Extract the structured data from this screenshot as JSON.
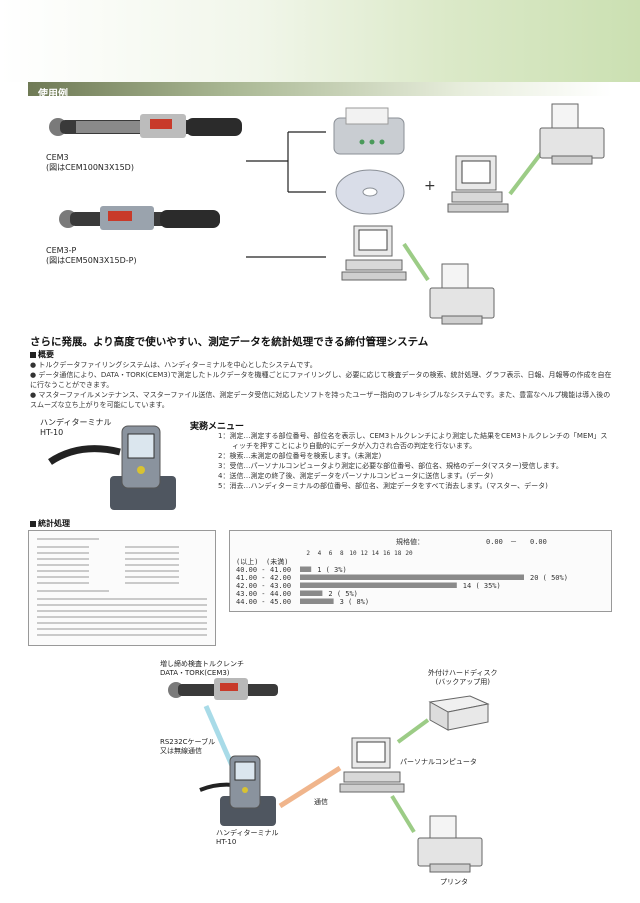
{
  "section_usage": "使用例",
  "products": [
    {
      "model": "CEM3",
      "note": "(図はCEM100N3X15D)"
    },
    {
      "model": "CEM3-P",
      "note": "(図はCEM50N3X15D-P)"
    }
  ],
  "headline": "さらに発展。より高度で使いやすい、測定データを統計処理できる締付管理システム",
  "overview": {
    "heading": "概要",
    "bullets": [
      "トルクデータファイリングシステムは、ハンディターミナルを中心としたシステムです。",
      "データ通信により、DATA・TORK(CEM3)で測定したトルクデータを機種ごとにファイリングし、必要に応じて検査データの検索、統計処理、グラフ表示、日報、月報等の作成を自在に行なうことができます。",
      "マスターファイルメンテナンス、マスターファイル送信、測定データ受信に対応したソフトを持ったユーザー指向のフレキシブルなシステムです。また、豊富なヘルプ機能は導入後のスムーズな立ち上がりを可能にしています。"
    ]
  },
  "handy_terminal": {
    "label": "ハンディターミナル",
    "model": "HT-10"
  },
  "menu": {
    "heading": "実務メニュー",
    "items": [
      "1：測定…測定する部位番号、部位名を表示し、CEM3トルクレンチにより測定した結果をCEM3トルクレンチの「MEM」ス",
      "　　ィッチを押すことにより自動的にデータが入力され合否の判定を行ないます。",
      "2：検索…未測定の部位番号を検索します。(未測定)",
      "3：受信…パーソナルコンピュータより測定に必要な部位番号、部位名、規格のデータ(マスター)受信します。",
      "4：送信…測定の終了後、測定データをパーソナルコンピュータに送信します。(データ)",
      "5：消去…ハンディターミナルの部位番号、部位名、測定データをすべて消去します。(マスター、データ)"
    ]
  },
  "stats": {
    "heading": "統計処理",
    "histogram": {
      "spec_label": "規格値：",
      "spec_min": "0.00",
      "spec_sep": "－",
      "spec_max": "0.00",
      "scale": [
        "2",
        "4",
        "6",
        "8",
        "10",
        "12",
        "14",
        "16",
        "18",
        "20"
      ],
      "row_header_low": "(以上)",
      "row_header_high": "(未満)",
      "rows": [
        {
          "from": "40.00",
          "to": "41.00",
          "count": 1,
          "label": "1 ( 3%)"
        },
        {
          "from": "41.00",
          "to": "42.00",
          "count": 20,
          "label": "20 ( 50%)"
        },
        {
          "from": "42.00",
          "to": "43.00",
          "count": 14,
          "label": "14 ( 35%)"
        },
        {
          "from": "43.00",
          "to": "44.00",
          "count": 2,
          "label": "2 ( 5%)"
        },
        {
          "from": "44.00",
          "to": "45.00",
          "count": 3,
          "label": "3 ( 8%)"
        }
      ]
    }
  },
  "system_labels": {
    "wrench_line1": "増し締め検査トルクレンチ",
    "wrench_line2": "DATA・TORK(CEM3)",
    "cable_line1": "RS232Cケーブル",
    "cable_line2": "又は無線通信",
    "handy_line1": "ハンディターミナル",
    "handy_line2": "HT-10",
    "comm": "通信",
    "pc": "パーソナルコンピュータ",
    "hdd_line1": "外付けハードディスク",
    "hdd_line2": "(バックアップ用)",
    "printer": "プリンタ"
  },
  "colors": {
    "accent_green": "#9ccc86",
    "link_blue": "#a8dbe8",
    "link_orange": "#f0b58c"
  }
}
